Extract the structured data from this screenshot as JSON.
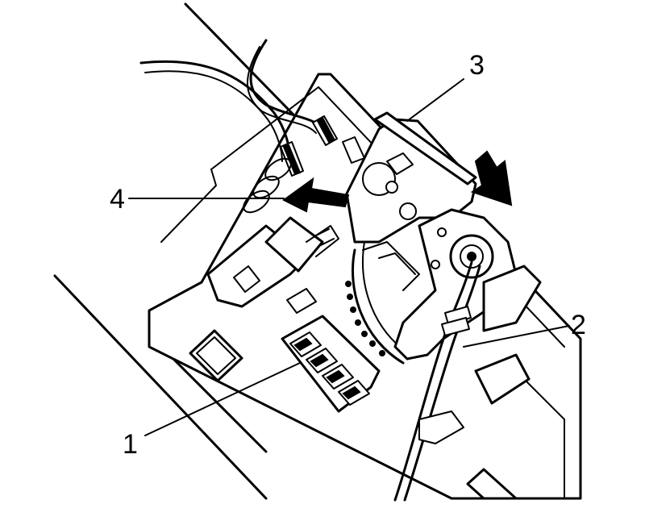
{
  "callouts": [
    {
      "id": "1",
      "text": "1"
    },
    {
      "id": "2",
      "text": "2"
    },
    {
      "id": "3",
      "text": "3"
    },
    {
      "id": "4",
      "text": "4"
    }
  ],
  "colors": {
    "line": "#000000",
    "background": "#ffffff"
  },
  "icons": {
    "movement_arrow": "arrow-down-right-icon",
    "release_arrow": "arrow-left-icon"
  }
}
